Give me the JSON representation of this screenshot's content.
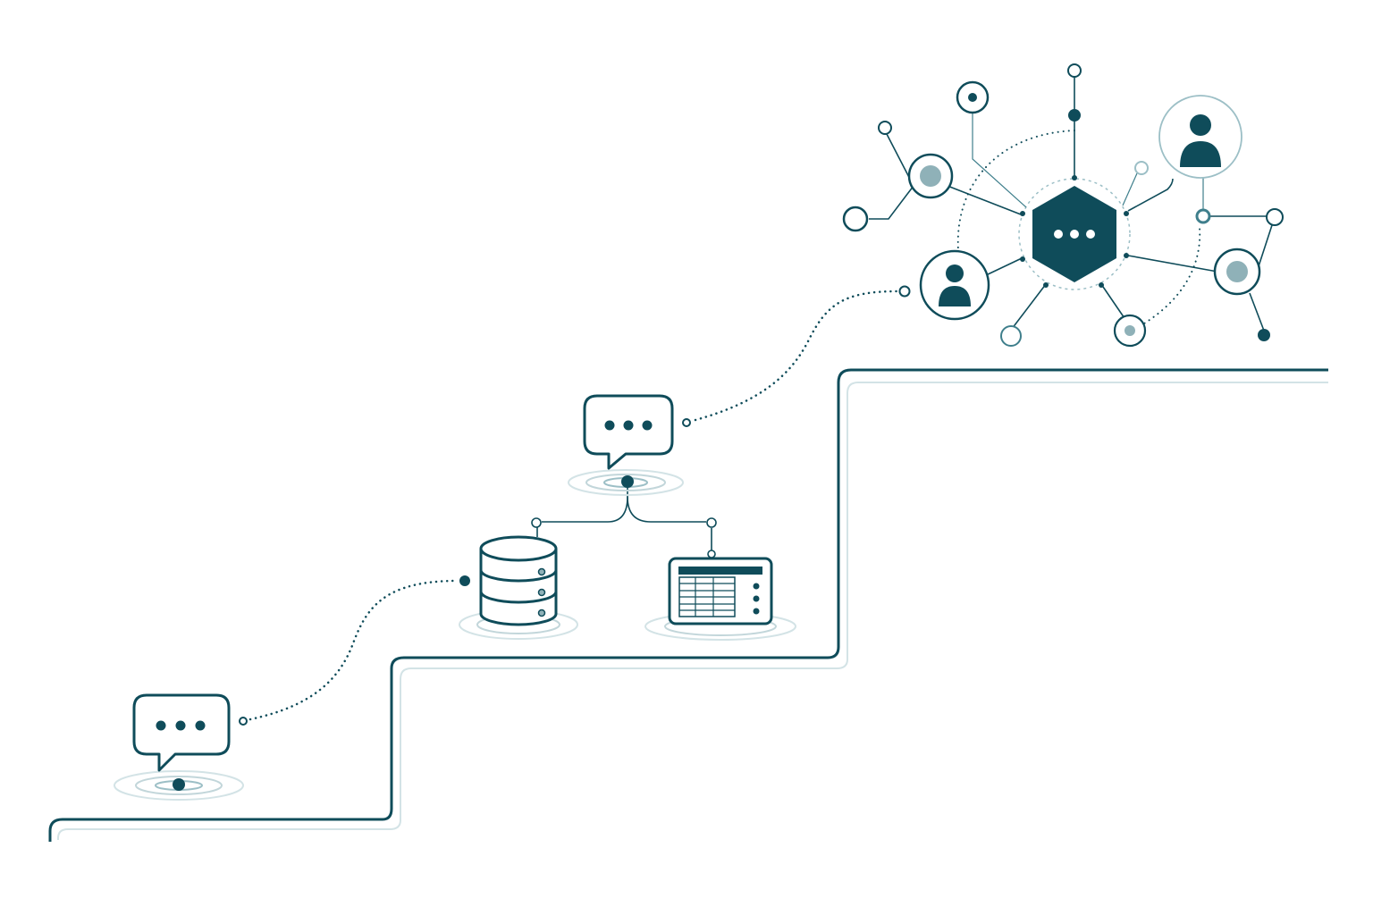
{
  "colors": {
    "primary": "#0f4c5a",
    "secondary": "#3f7f8c",
    "light": "#9cbfc6",
    "faint": "#d3e3e6",
    "muted_fill": "#8fb1b8",
    "background": "#ffffff"
  },
  "stages": [
    {
      "level": 1,
      "icons": [
        "chat-bubble-icon"
      ]
    },
    {
      "level": 2,
      "icons": [
        "chat-bubble-icon",
        "database-icon",
        "table-window-icon"
      ]
    },
    {
      "level": 3,
      "icons": [
        "hexagon-hub-icon",
        "user-icon",
        "user-icon",
        "network-node-icon"
      ]
    }
  ]
}
